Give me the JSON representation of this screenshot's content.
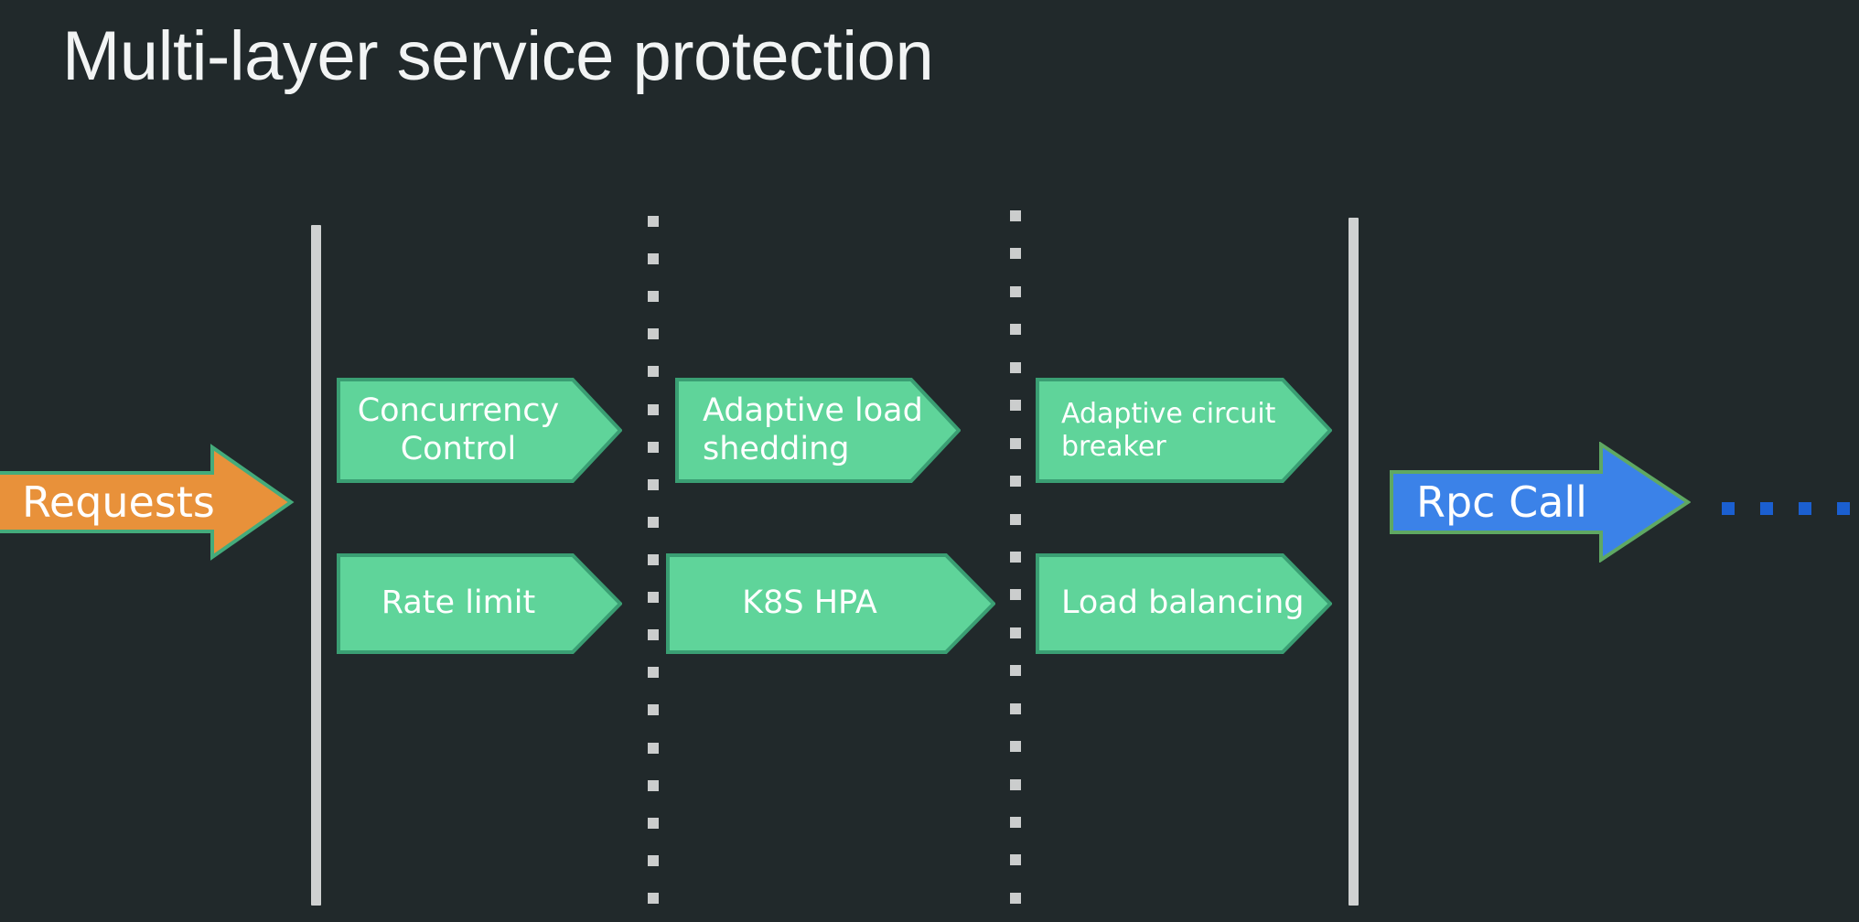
{
  "slide": {
    "title": "Multi-layer service protection",
    "background_color": "#21292b",
    "title_color": "#f2f4f4"
  },
  "colors": {
    "background": "#21292b",
    "green_fill": "#5fd49a",
    "green_border": "#3a9e73",
    "orange_fill": "#e8913a",
    "orange_border": "#44ab7b",
    "blue_fill": "#3b82e8",
    "blue_border": "#5fa862",
    "divider_solid": "#cfd1d1",
    "divider_dotted": "#cbcdcd",
    "trail_dot": "#1b5fd0",
    "label_text": "#ffffff"
  },
  "input": {
    "label": "Requests",
    "shape": "right-arrow",
    "fill": "#e8913a"
  },
  "output": {
    "label": "Rpc Call",
    "shape": "right-arrow",
    "fill": "#3b82e8"
  },
  "trailing_dots": {
    "count": 4,
    "color": "#1b5fd0"
  },
  "dividers": [
    {
      "name": "left-boundary",
      "style": "solid"
    },
    {
      "name": "stage-divider-1",
      "style": "dotted"
    },
    {
      "name": "stage-divider-2",
      "style": "dotted"
    },
    {
      "name": "right-boundary",
      "style": "solid"
    }
  ],
  "stages": [
    {
      "name": "stage-1",
      "top": {
        "label": "Concurrency\nControl",
        "align": "center"
      },
      "bottom": {
        "label": "Rate limit",
        "align": "center"
      }
    },
    {
      "name": "stage-2",
      "top": {
        "label": "Adaptive load\nshedding",
        "align": "left"
      },
      "bottom": {
        "label": "K8S HPA",
        "align": "center"
      }
    },
    {
      "name": "stage-3",
      "top": {
        "label": "Adaptive circuit\nbreaker",
        "align": "left"
      },
      "bottom": {
        "label": "Load balancing",
        "align": "left"
      }
    }
  ]
}
